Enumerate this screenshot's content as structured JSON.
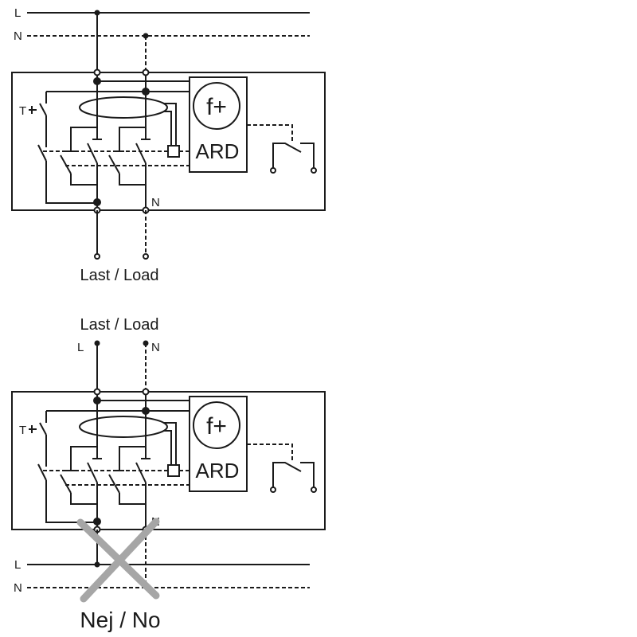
{
  "diagram": {
    "title": "Residual current device with ARD auto-reclosing — supply connection",
    "colors": {
      "wire": "#1a1a1a",
      "cross": "#a6a6a6",
      "background": "#ffffff"
    },
    "top_diagram": {
      "supply_labels": {
        "line": "L",
        "neutral": "N"
      },
      "test_button_label": "T",
      "module_symbol": "f+",
      "module_label": "ARD",
      "terminal_neutral_label": "N",
      "load_label": "Last / Load"
    },
    "bottom_diagram": {
      "load_label": "Last / Load",
      "load_line_label": "L",
      "load_neutral_label": "N",
      "test_button_label": "T",
      "module_symbol": "f+",
      "module_label": "ARD",
      "terminal_neutral_label": "N",
      "supply_labels": {
        "line": "L",
        "neutral": "N"
      },
      "verdict_label": "Nej / No",
      "verdict_icon": "cross-icon"
    }
  }
}
